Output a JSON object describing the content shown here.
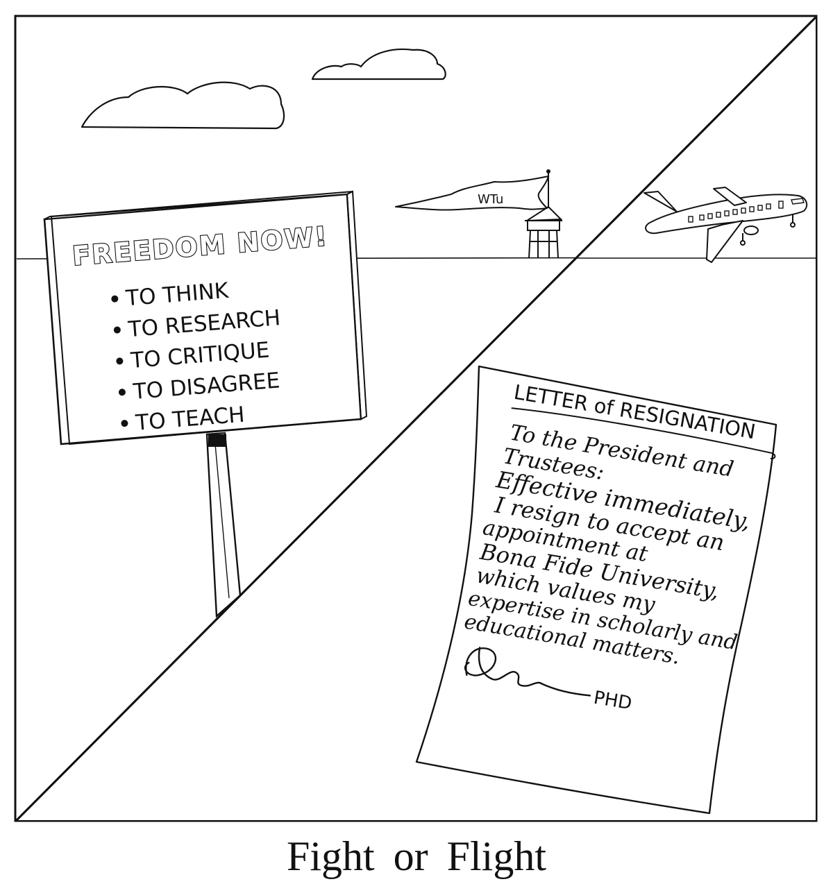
{
  "caption": "Fight or Flight",
  "sign": {
    "title": "FREEDOM NOW!",
    "items": [
      "TO THINK",
      "TO RESEARCH",
      "TO CRITIQUE",
      "TO DISAGREE",
      "TO TEACH"
    ]
  },
  "flag": {
    "text": "WTu"
  },
  "letter": {
    "title": "LETTER of RESIGNATION",
    "body_lines": [
      "To the President and",
      "Trustees:",
      "Effective immediately,",
      "I resign  to accept an",
      "appointment at",
      "Bona Fide University,",
      "which values my",
      "expertise in scholarly and",
      "educational matters."
    ],
    "signoff": "PHD"
  },
  "icons": [
    "cloud-icon",
    "flag-icon",
    "tower-icon",
    "airplane-icon",
    "signature-icon"
  ]
}
